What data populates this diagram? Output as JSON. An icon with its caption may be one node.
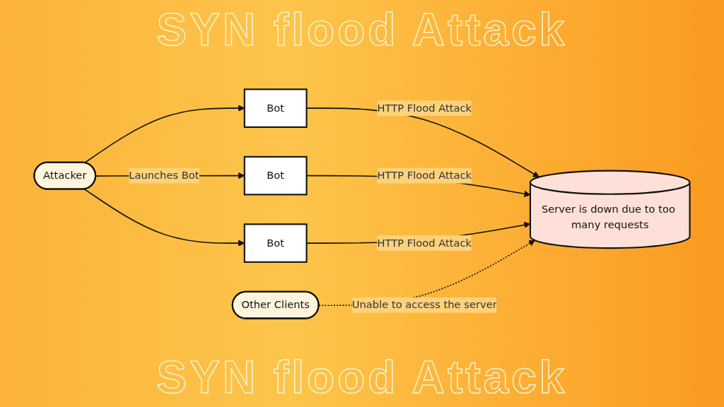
{
  "diagram": {
    "nodes": [
      {
        "text": [
          "Attacker"
        ]
      },
      {
        "text": [
          "Bot"
        ]
      },
      {
        "text": [
          "Bot"
        ]
      },
      {
        "text": [
          "Bot"
        ]
      },
      {
        "text": [
          "Server is down due to too many requests"
        ]
      },
      {
        "text": [
          "Other Clients"
        ]
      }
    ],
    "edges": [
      {
        "from": 0,
        "to": 1,
        "arrow": "to"
      },
      {
        "from": 0,
        "to": 2,
        "arrow": "to",
        "label": "Launches Bot"
      },
      {
        "from": 0,
        "to": 3,
        "arrow": "to"
      },
      {
        "from": 1,
        "to": 4,
        "arrow": "to",
        "label": "HTTP Flood Attack"
      },
      {
        "from": 2,
        "to": 4,
        "arrow": "to",
        "label": "HTTP Flood Attack"
      },
      {
        "from": 3,
        "to": 4,
        "arrow": "to",
        "label": "HTTP Flood Attack"
      },
      {
        "from": 5,
        "to": 4,
        "arrow": "to",
        "label": "Unable to access the server",
        "style": "dashed"
      }
    ],
    "labels": [
      "SYN flood Attack",
      "SYN flood Attack"
    ]
  }
}
